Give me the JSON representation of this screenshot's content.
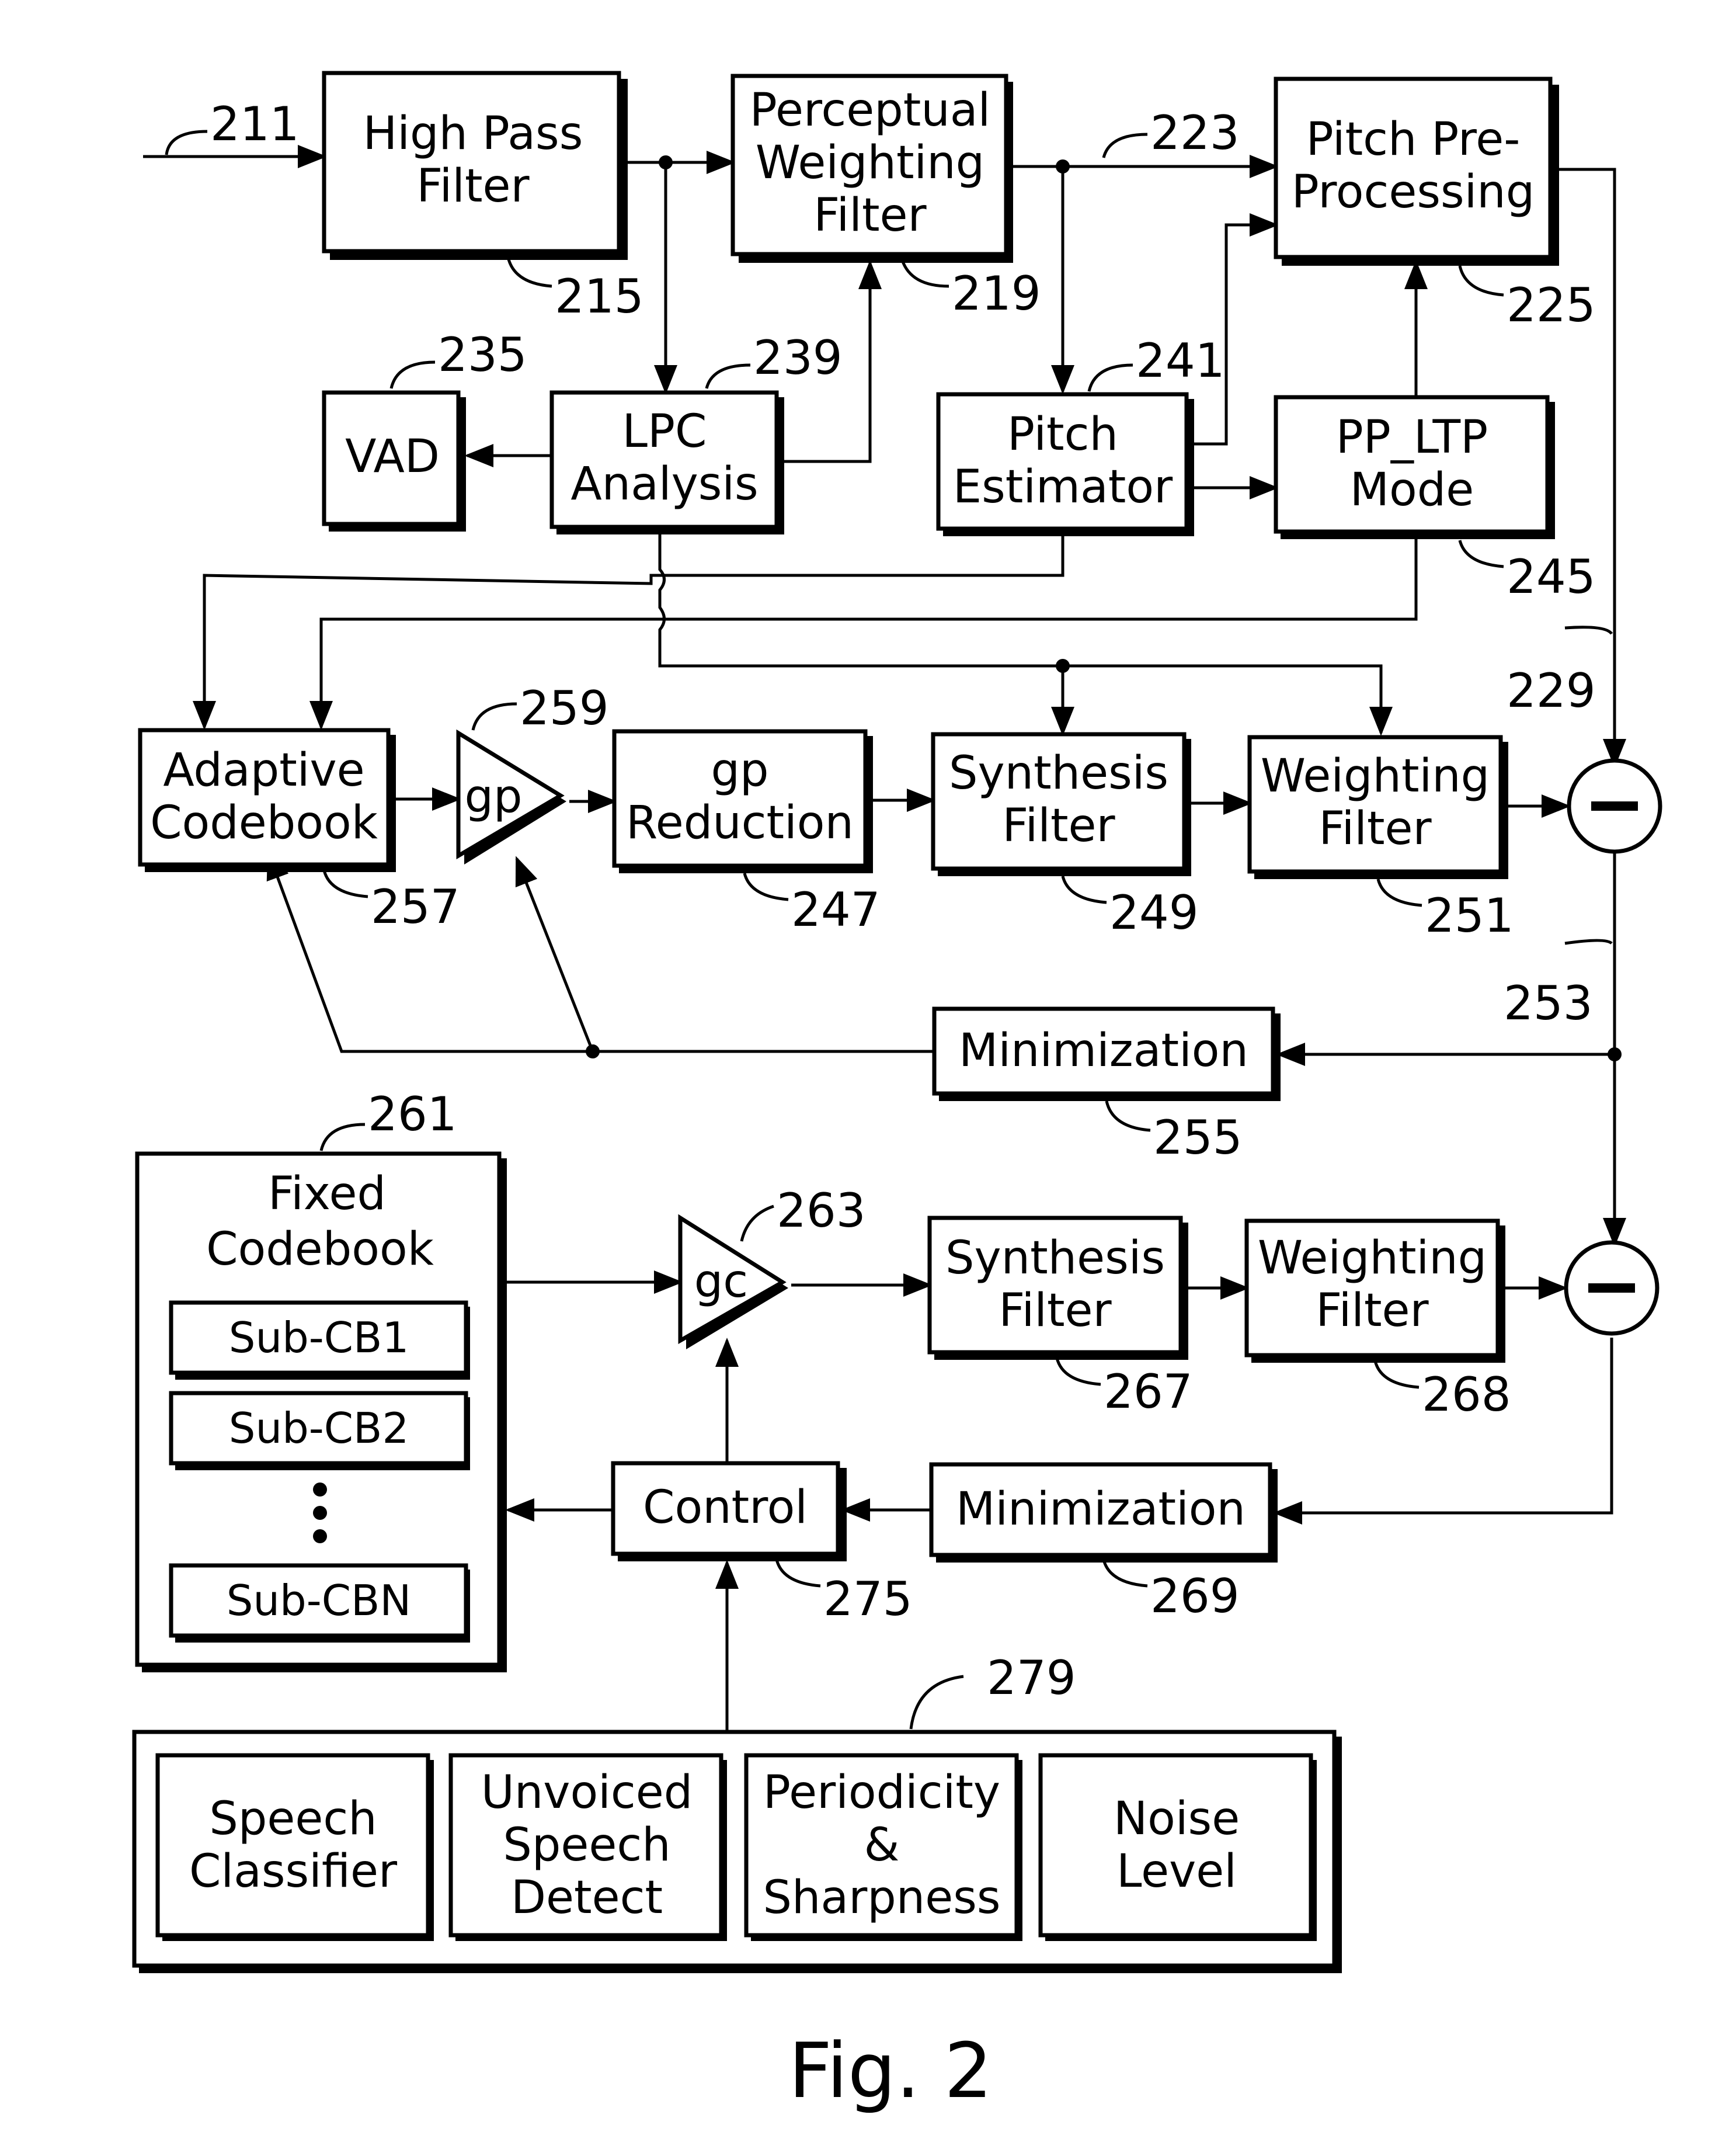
{
  "figure_title": "Fig. 2",
  "blocks": {
    "hpf": [
      "High Pass",
      "Filter"
    ],
    "pwf": [
      "Perceptual",
      "Weighting",
      "Filter"
    ],
    "ppp": [
      "Pitch Pre-",
      "Processing"
    ],
    "vad": [
      "VAD"
    ],
    "lpc": [
      "LPC",
      "Analysis"
    ],
    "pe": [
      "Pitch",
      "Estimator"
    ],
    "ppltp": [
      "PP_LTP",
      "Mode"
    ],
    "acb": [
      "Adaptive",
      "Codebook"
    ],
    "gp": [
      "gp"
    ],
    "gpr": [
      "gp",
      "Reduction"
    ],
    "syn1": [
      "Synthesis",
      "Filter"
    ],
    "wf1": [
      "Weighting",
      "Filter"
    ],
    "min1": [
      "Minimization"
    ],
    "fcb": [
      "Fixed",
      "Codebook"
    ],
    "sub1": [
      "Sub-CB1"
    ],
    "sub2": [
      "Sub-CB2"
    ],
    "subn": [
      "Sub-CBN"
    ],
    "gc": [
      "gc"
    ],
    "syn2": [
      "Synthesis",
      "Filter"
    ],
    "wf2": [
      "Weighting",
      "Filter"
    ],
    "ctrl": [
      "Control"
    ],
    "min2": [
      "Minimization"
    ],
    "sc": [
      "Speech",
      "Classifier"
    ],
    "uvd": [
      "Unvoiced",
      "Speech",
      "Detect"
    ],
    "pas": [
      "Periodicity",
      "&",
      "Sharpness"
    ],
    "nl": [
      "Noise",
      "Level"
    ]
  },
  "refs": {
    "r211": "211",
    "r215": "215",
    "r219": "219",
    "r223": "223",
    "r225": "225",
    "r235": "235",
    "r239": "239",
    "r241": "241",
    "r245": "245",
    "r229": "229",
    "r259": "259",
    "r257": "257",
    "r247": "247",
    "r249": "249",
    "r251": "251",
    "r253": "253",
    "r255": "255",
    "r261": "261",
    "r263": "263",
    "r267": "267",
    "r268": "268",
    "r275": "275",
    "r269": "269",
    "r279": "279"
  },
  "summing_symbol": "−"
}
